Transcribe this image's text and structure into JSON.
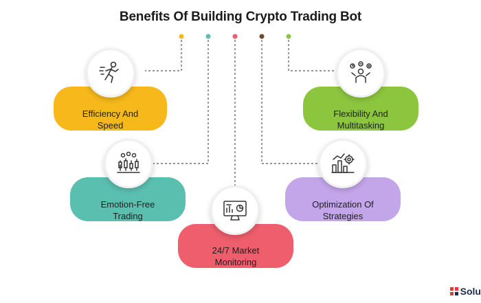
{
  "title": "Benefits Of Building Crypto Trading Bot",
  "colors": {
    "efficiency": "#f6b81a",
    "emotion": "#5bbfb0",
    "monitoring": "#ee5e6c",
    "flexibility": "#8cc63f",
    "optimization": "#c3a6ea",
    "line": "#555555"
  },
  "benefits": [
    {
      "label_line1": "Efficiency And",
      "label_line2": "Speed",
      "icon": "runner-icon"
    },
    {
      "label_line1": "Emotion-Free",
      "label_line2": "Trading",
      "icon": "trading-chart-icon"
    },
    {
      "label_line1": "24/7 Market",
      "label_line2": "Monitoring",
      "icon": "monitor-chart-icon"
    },
    {
      "label_line1": "Flexibility And",
      "label_line2": "Multitasking",
      "icon": "multitask-person-icon"
    },
    {
      "label_line1": "Optimization Of",
      "label_line2": "Strategies",
      "icon": "strategy-chart-icon"
    }
  ],
  "brand": {
    "text": "Solu"
  }
}
